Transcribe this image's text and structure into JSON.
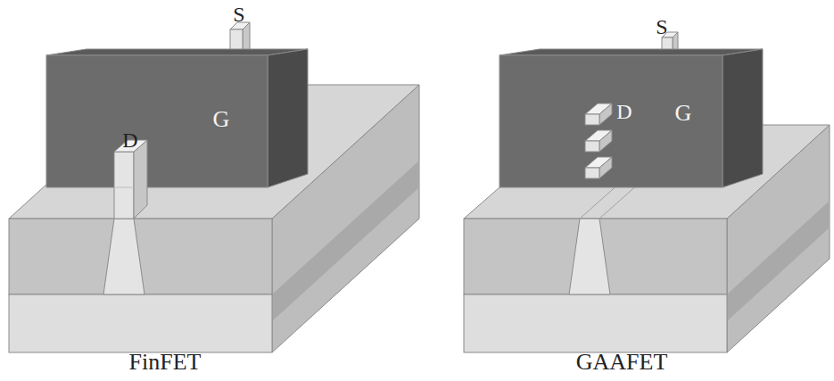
{
  "diagram": {
    "labels": [
      "S",
      "G",
      "D",
      "FinFET",
      "S",
      "G",
      "D",
      "GAAFET"
    ]
  }
}
